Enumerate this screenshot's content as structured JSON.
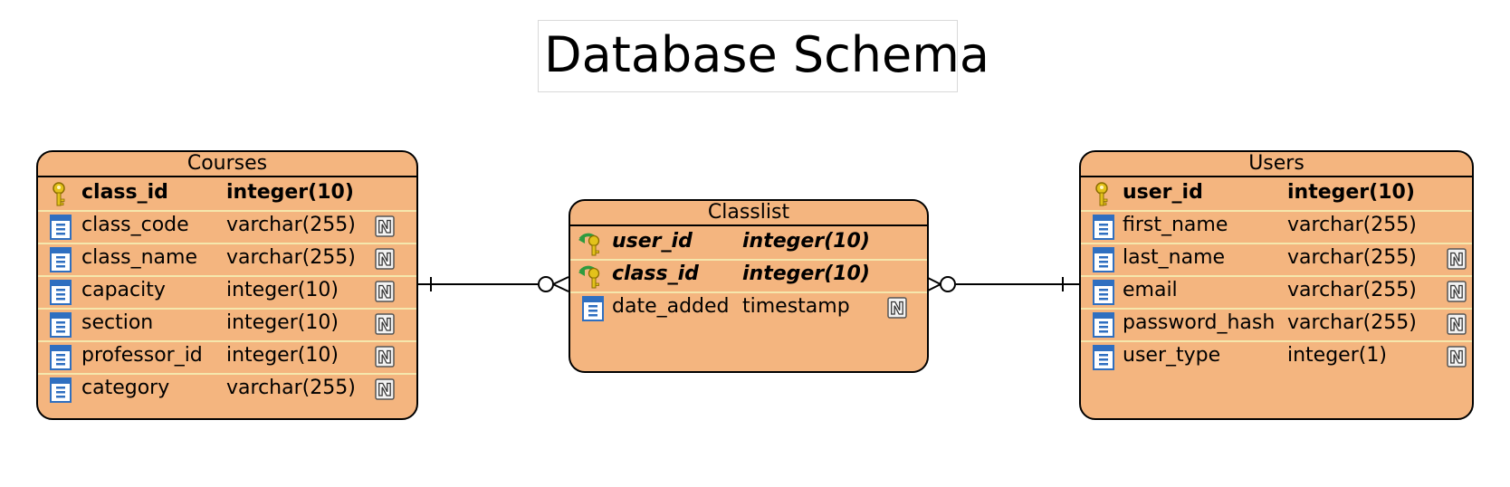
{
  "title": "Database Schema",
  "tables": {
    "courses": {
      "name": "Courses",
      "columns": [
        {
          "name": "class_id",
          "type": "integer(10)",
          "key": "pk",
          "nullable": false
        },
        {
          "name": "class_code",
          "type": "varchar(255)",
          "key": "",
          "nullable": true
        },
        {
          "name": "class_name",
          "type": "varchar(255)",
          "key": "",
          "nullable": true
        },
        {
          "name": "capacity",
          "type": "integer(10)",
          "key": "",
          "nullable": true
        },
        {
          "name": "section",
          "type": "integer(10)",
          "key": "",
          "nullable": true
        },
        {
          "name": "professor_id",
          "type": "integer(10)",
          "key": "",
          "nullable": true
        },
        {
          "name": "category",
          "type": "varchar(255)",
          "key": "",
          "nullable": true
        }
      ]
    },
    "classlist": {
      "name": "Classlist",
      "columns": [
        {
          "name": "user_id",
          "type": "integer(10)",
          "key": "fk",
          "nullable": false
        },
        {
          "name": "class_id",
          "type": "integer(10)",
          "key": "fk",
          "nullable": false
        },
        {
          "name": "date_added",
          "type": "timestamp",
          "key": "",
          "nullable": true
        }
      ]
    },
    "users": {
      "name": "Users",
      "columns": [
        {
          "name": "user_id",
          "type": "integer(10)",
          "key": "pk",
          "nullable": false
        },
        {
          "name": "first_name",
          "type": "varchar(255)",
          "key": "",
          "nullable": false
        },
        {
          "name": "last_name",
          "type": "varchar(255)",
          "key": "",
          "nullable": true
        },
        {
          "name": "email",
          "type": "varchar(255)",
          "key": "",
          "nullable": true
        },
        {
          "name": "password_hash",
          "type": "varchar(255)",
          "key": "",
          "nullable": true
        },
        {
          "name": "user_type",
          "type": "integer(1)",
          "key": "",
          "nullable": true
        }
      ]
    }
  },
  "relationships": [
    {
      "from": "Courses",
      "to": "Classlist",
      "from_cardinality": "one",
      "to_cardinality": "zero-or-many"
    },
    {
      "from": "Users",
      "to": "Classlist",
      "from_cardinality": "one",
      "to_cardinality": "zero-or-many"
    }
  ],
  "null_badge": "N",
  "colors": {
    "table_fill": "#f4b57f",
    "row_separator": "#f5e7ad",
    "border": "#000000",
    "pk_key": "#e3c21b",
    "column_icon": "#2f6fc0",
    "fk_arrow": "#2e9b3f"
  }
}
